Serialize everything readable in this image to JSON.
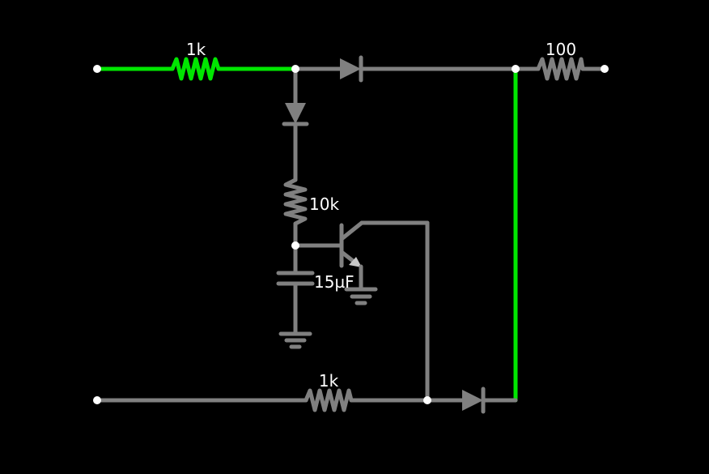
{
  "colors": {
    "background": "#000000",
    "wire_idle": "#808080",
    "wire_active": "#00e600",
    "node": "#ffffff",
    "label": "#ffffff"
  },
  "components": {
    "r_top_left": {
      "kind": "resistor",
      "label": "1k",
      "state": "active"
    },
    "r_top_right": {
      "kind": "resistor",
      "label": "100",
      "state": "idle"
    },
    "r_mid": {
      "kind": "resistor",
      "label": "10k",
      "state": "idle"
    },
    "c_mid": {
      "kind": "capacitor",
      "label": "15µF",
      "state": "idle"
    },
    "r_bottom": {
      "kind": "resistor",
      "label": "1k",
      "state": "idle"
    },
    "d_top": {
      "kind": "diode",
      "state": "idle"
    },
    "d_down": {
      "kind": "diode",
      "state": "idle"
    },
    "d_bottom": {
      "kind": "diode",
      "state": "idle"
    },
    "q1": {
      "kind": "npn-transistor",
      "state": "idle"
    },
    "gnd_cap": {
      "kind": "ground"
    },
    "gnd_emitter": {
      "kind": "ground"
    }
  }
}
